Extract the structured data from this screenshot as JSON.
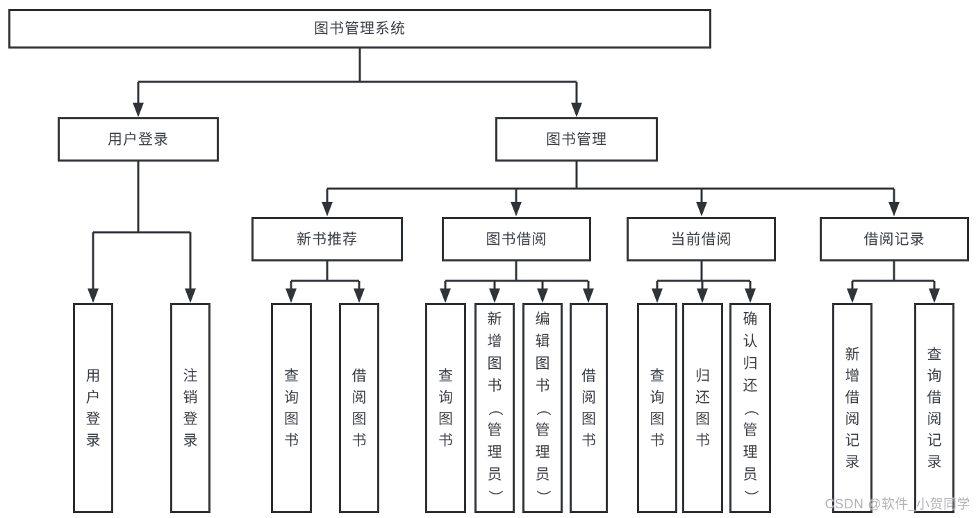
{
  "tree": {
    "root": {
      "label": "图书管理系统",
      "children": [
        {
          "label": "用户登录",
          "children": [
            {
              "label": "用户登录"
            },
            {
              "label": "注销登录"
            }
          ]
        },
        {
          "label": "图书管理",
          "children": [
            {
              "label": "新书推荐",
              "children": [
                {
                  "label": "查询图书"
                },
                {
                  "label": "借阅图书"
                }
              ]
            },
            {
              "label": "图书借阅",
              "children": [
                {
                  "label": "查询图书"
                },
                {
                  "label": "新增图书（管理员）"
                },
                {
                  "label": "编辑图书（管理员）"
                },
                {
                  "label": "借阅图书"
                }
              ]
            },
            {
              "label": "当前借阅",
              "children": [
                {
                  "label": "查询图书"
                },
                {
                  "label": "归还图书"
                },
                {
                  "label": "确认归还（管理员）"
                }
              ]
            },
            {
              "label": "借阅记录",
              "children": [
                {
                  "label": "新增借阅记录"
                },
                {
                  "label": "查询借阅记录"
                }
              ]
            }
          ]
        }
      ]
    }
  },
  "watermark": "CSDN @软件_小贺同学",
  "colors": {
    "line": "#303338",
    "text": "#3b3f45",
    "box_background": "#ffffff",
    "watermark": "#b2b2b2"
  }
}
